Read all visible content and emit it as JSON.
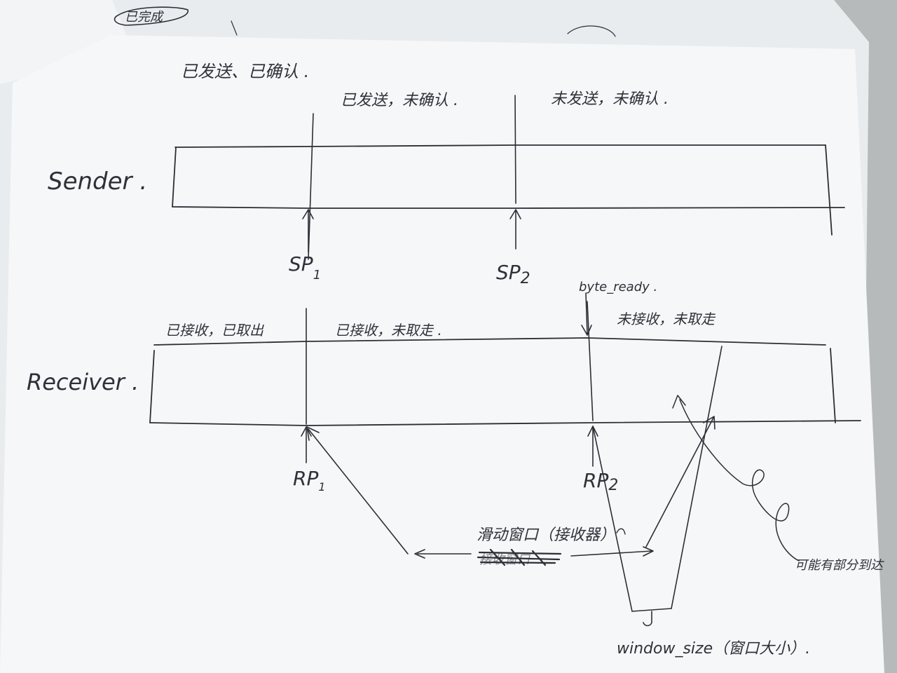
{
  "top_note": "已完成",
  "sender": {
    "label": "Sender .",
    "region_acked": "已发送、已确认 .",
    "region_sent_unacked": "已发送，未确认 .",
    "region_unsent": "未发送，未确认 .",
    "pointer_1": "SP",
    "pointer_1_sub": "1",
    "pointer_2": "SP",
    "pointer_2_sub": "2"
  },
  "receiver": {
    "label": "Receiver .",
    "region_read": "已接收，已取出",
    "region_received_unread": "已接收，未取走 .",
    "region_not_received": "未接收，未取走",
    "byte_ready": "byte_ready .",
    "pointer_1": "RP",
    "pointer_1_sub": "1",
    "pointer_2": "RP",
    "pointer_2_sub": "2"
  },
  "sliding_window": {
    "label": "滑动窗口（接收器）",
    "crossed_out": "接收窗口",
    "window_size": "window_size（窗口大小）.",
    "partial_arrival": "可能有部分到达"
  }
}
